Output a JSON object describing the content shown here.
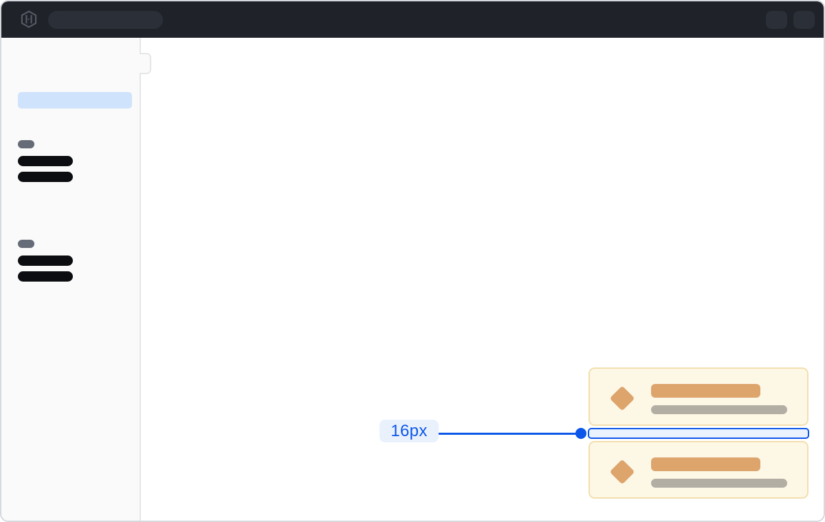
{
  "header": {
    "logo_icon": "hashicorp-logo",
    "background_color": "#1f2229",
    "skeleton_color": "#2b3038",
    "search_skeleton": "search-field-placeholder",
    "action_skeletons": [
      "action-placeholder",
      "action-placeholder"
    ]
  },
  "sidebar": {
    "background_color": "#fafafa",
    "active_item_color": "#cfe3fc",
    "collapse_handle": "sidebar-handle",
    "groups": [
      {
        "heading_skeleton_color": "#656b77",
        "item_skeletons": 2
      },
      {
        "heading_skeleton_color": "#656b77",
        "item_skeletons": 2
      }
    ],
    "item_skeleton_color": "#0b0d10"
  },
  "cards": {
    "count": 2,
    "background_color": "#fdf7e6",
    "border_color": "#f3dfae",
    "icon": "diamond-icon",
    "icon_color": "#dda46c",
    "title_bar_color": "#dda46c",
    "meta_bar_color": "#b3aea4"
  },
  "annotation": {
    "label": "16px",
    "accent_color": "#0c56e9",
    "label_background_color": "#e9f1fd",
    "gap_fill_color": "#eaf2fe"
  }
}
